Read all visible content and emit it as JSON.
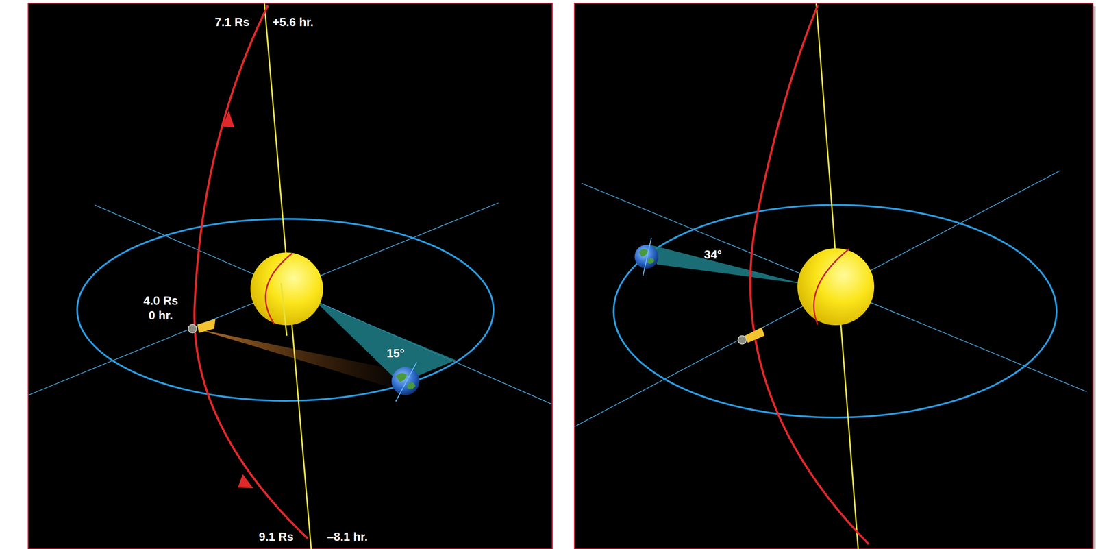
{
  "diagram": {
    "labels": [
      "7.1 Rs",
      "+5.6 hr.",
      "4.0 Rs",
      "0 hr.",
      "15°",
      "9.1 Rs",
      "–8.1 hr.",
      "34°"
    ]
  }
}
